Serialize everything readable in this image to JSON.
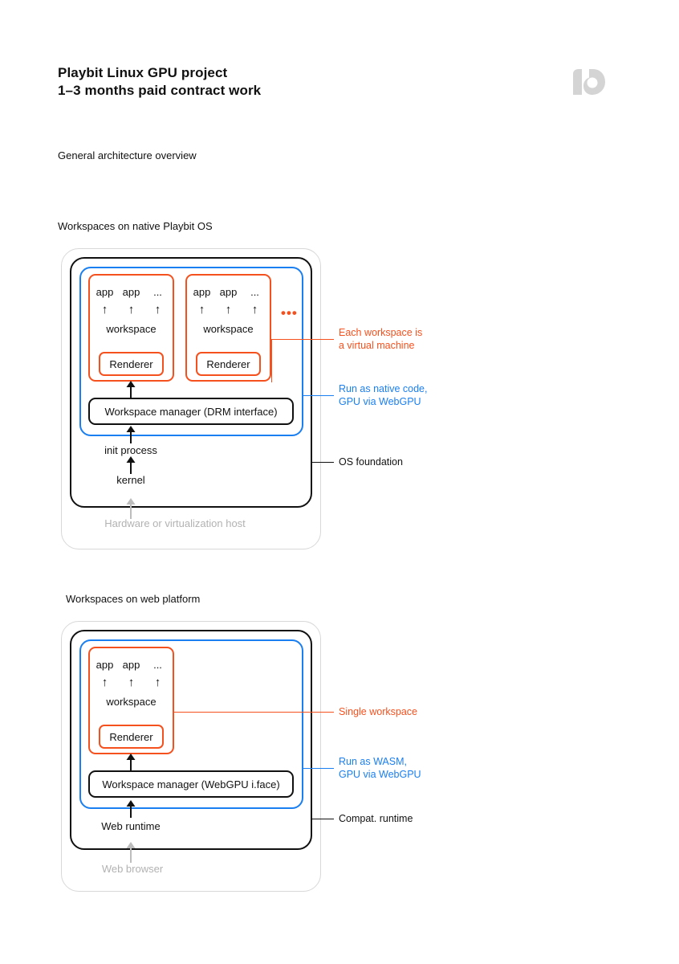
{
  "header": {
    "title": "Playbit Linux GPU project\n1–3 months paid contract work",
    "logo_name": "playbit-logo"
  },
  "section": {
    "heading": "General architecture overview"
  },
  "colors": {
    "orange": "#f4511e",
    "blue": "#1a7ff0",
    "black": "#111111",
    "gray": "#b2b2b2",
    "frame_gray": "#d8d8d8"
  },
  "diagrams": [
    {
      "id": "native",
      "caption": "Workspaces on native Playbit OS",
      "workspaces": [
        {
          "apps": [
            "app",
            "app",
            "..."
          ],
          "arrows": [
            "↑",
            "↑",
            "↑"
          ],
          "label": "workspace",
          "renderer": "Renderer"
        },
        {
          "apps": [
            "app",
            "app",
            "..."
          ],
          "arrows": [
            "↑",
            "↑",
            "↑"
          ],
          "label": "workspace",
          "renderer": "Renderer"
        }
      ],
      "more_workspaces": "•••",
      "manager": "Workspace manager (DRM interface)",
      "stack": [
        {
          "text": "init process",
          "style": "plain"
        },
        {
          "text": "kernel",
          "style": "plain"
        }
      ],
      "host": "Hardware or virtualization host",
      "annotations": [
        {
          "text": "Each workspace is\na virtual machine",
          "color": "orange"
        },
        {
          "text": "Run as native code,\nGPU via WebGPU",
          "color": "blue"
        },
        {
          "text": "OS foundation",
          "color": "black"
        }
      ]
    },
    {
      "id": "web",
      "caption": "Workspaces on web platform",
      "workspaces": [
        {
          "apps": [
            "app",
            "app",
            "..."
          ],
          "arrows": [
            "↑",
            "↑",
            "↑"
          ],
          "label": "workspace",
          "renderer": "Renderer"
        }
      ],
      "manager": "Workspace manager (WebGPU i.face)",
      "stack": [
        {
          "text": "Web runtime",
          "style": "plain"
        }
      ],
      "host": "Web browser",
      "annotations": [
        {
          "text": "Single workspace",
          "color": "orange"
        },
        {
          "text": "Run as WASM,\nGPU via WebGPU",
          "color": "blue"
        },
        {
          "text": "Compat. runtime",
          "color": "black"
        }
      ]
    }
  ]
}
